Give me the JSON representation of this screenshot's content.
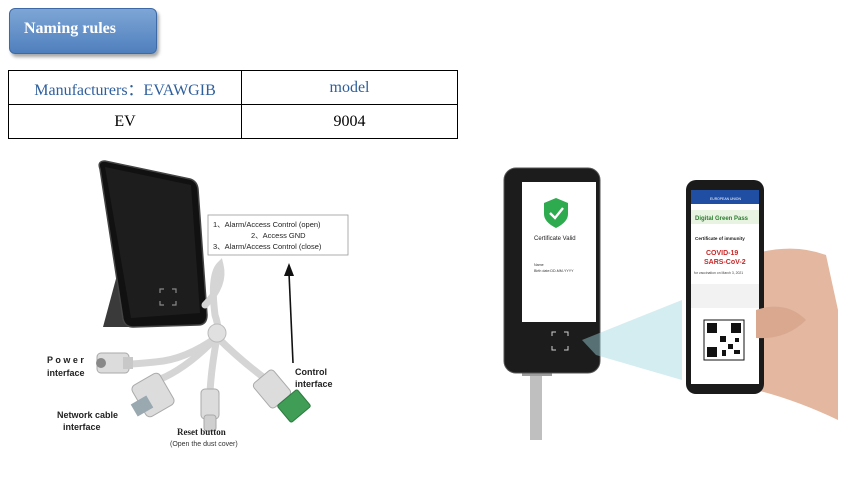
{
  "header": {
    "title": "Naming rules"
  },
  "naming_table": {
    "headers": [
      "Manufacturers：EVAWGIB",
      "model"
    ],
    "row": [
      "EV",
      "9004"
    ]
  },
  "left_photo": {
    "pin_list": [
      "1、Alarm/Access Control (open)",
      "2、Access GND",
      "3、Alarm/Access Control (close)"
    ],
    "labels": {
      "power": [
        "P o w e r",
        "interface"
      ],
      "network": [
        "Network cable",
        "interface"
      ],
      "reset": "Reset button",
      "reset_note": "(Open the dust cover)",
      "control": [
        "Control",
        "interface"
      ]
    }
  },
  "right_photo": {
    "device_screen_title": "Certificate Valid",
    "device_screen_lines": [
      "Name",
      "Birth date:DD-MM-YYYY"
    ],
    "phone": {
      "top": "EUROPEAN UNION",
      "pass": "Digital Green Pass",
      "cert": "Certificate of immunity",
      "covid": "COVID-19",
      "sars": "SARS-CoV-2",
      "note": "for vaccination on March 3, 2021"
    }
  },
  "colors": {
    "badge": "#5b8ac6",
    "header_text": "#2e5f9d",
    "shield": "#2eaa4f"
  }
}
